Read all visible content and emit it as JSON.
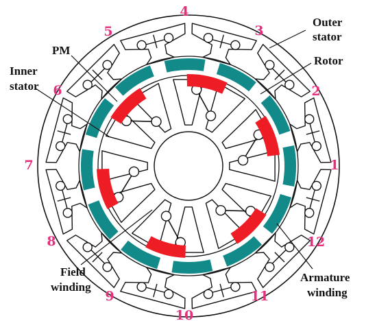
{
  "labels": {
    "outer_stator": [
      "Outer",
      "stator"
    ],
    "rotor": "Rotor",
    "pm": "PM",
    "inner_stator": [
      "Inner",
      "stator"
    ],
    "field_winding": [
      "Field",
      "winding"
    ],
    "armature_winding": [
      "Armature",
      "winding"
    ]
  },
  "tooth_numbers": [
    "1",
    "2",
    "3",
    "4",
    "5",
    "6",
    "7",
    "8",
    "9",
    "10",
    "11",
    "12"
  ],
  "colors": {
    "line": "#111111",
    "pm_magnet": "#ee1c25",
    "rotor_segment": "#138a8a",
    "number": "#e6307d"
  }
}
